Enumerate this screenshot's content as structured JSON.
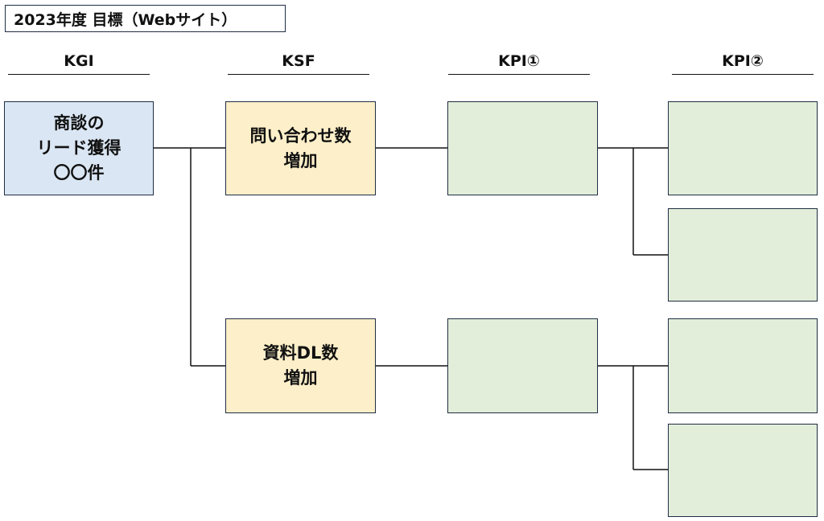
{
  "title": "2023年度 目標（Webサイト）",
  "columns": [
    "KGI",
    "KSF",
    "KPI①",
    "KPI②"
  ],
  "kgi": {
    "lines": [
      "商談の",
      "リード獲得",
      "〇〇件"
    ],
    "color": "#dae6f3"
  },
  "ksf": [
    {
      "lines": [
        "問い合わせ数",
        "増加"
      ]
    },
    {
      "lines": [
        "資料DL数",
        "増加"
      ]
    }
  ],
  "kpi1": [
    {
      "text": ""
    },
    {
      "text": ""
    }
  ],
  "kpi2": [
    {
      "text": ""
    },
    {
      "text": ""
    },
    {
      "text": ""
    },
    {
      "text": ""
    }
  ],
  "colors": {
    "kgi_fill": "#dae6f3",
    "ksf_fill": "#fdefc9",
    "kpi_fill": "#e2eed9",
    "border": "#1f2d44"
  }
}
